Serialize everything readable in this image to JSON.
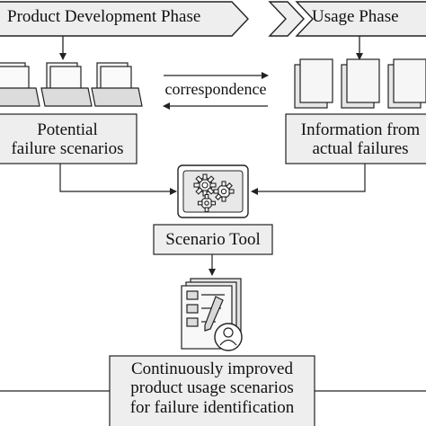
{
  "phases": {
    "development": "Product Development Phase",
    "usage": "Usage Phase"
  },
  "correspondence_label": "correspondence",
  "boxes": {
    "potential": {
      "line1": "Potential",
      "line2": "failure scenarios"
    },
    "actual": {
      "line1": "Information from",
      "line2": "actual failures"
    },
    "tool": "Scenario Tool",
    "result": {
      "line1": "Continuously improved",
      "line2": "product usage scenarios",
      "line3": "for failure identification"
    }
  },
  "icons": {
    "development_documents": "tray-document-icon",
    "usage_documents": "document-icon",
    "tool": "gears-icon",
    "result": "document-stack-user-icon"
  },
  "colors": {
    "box_fill": "#eeeeee",
    "stroke": "#222222"
  }
}
